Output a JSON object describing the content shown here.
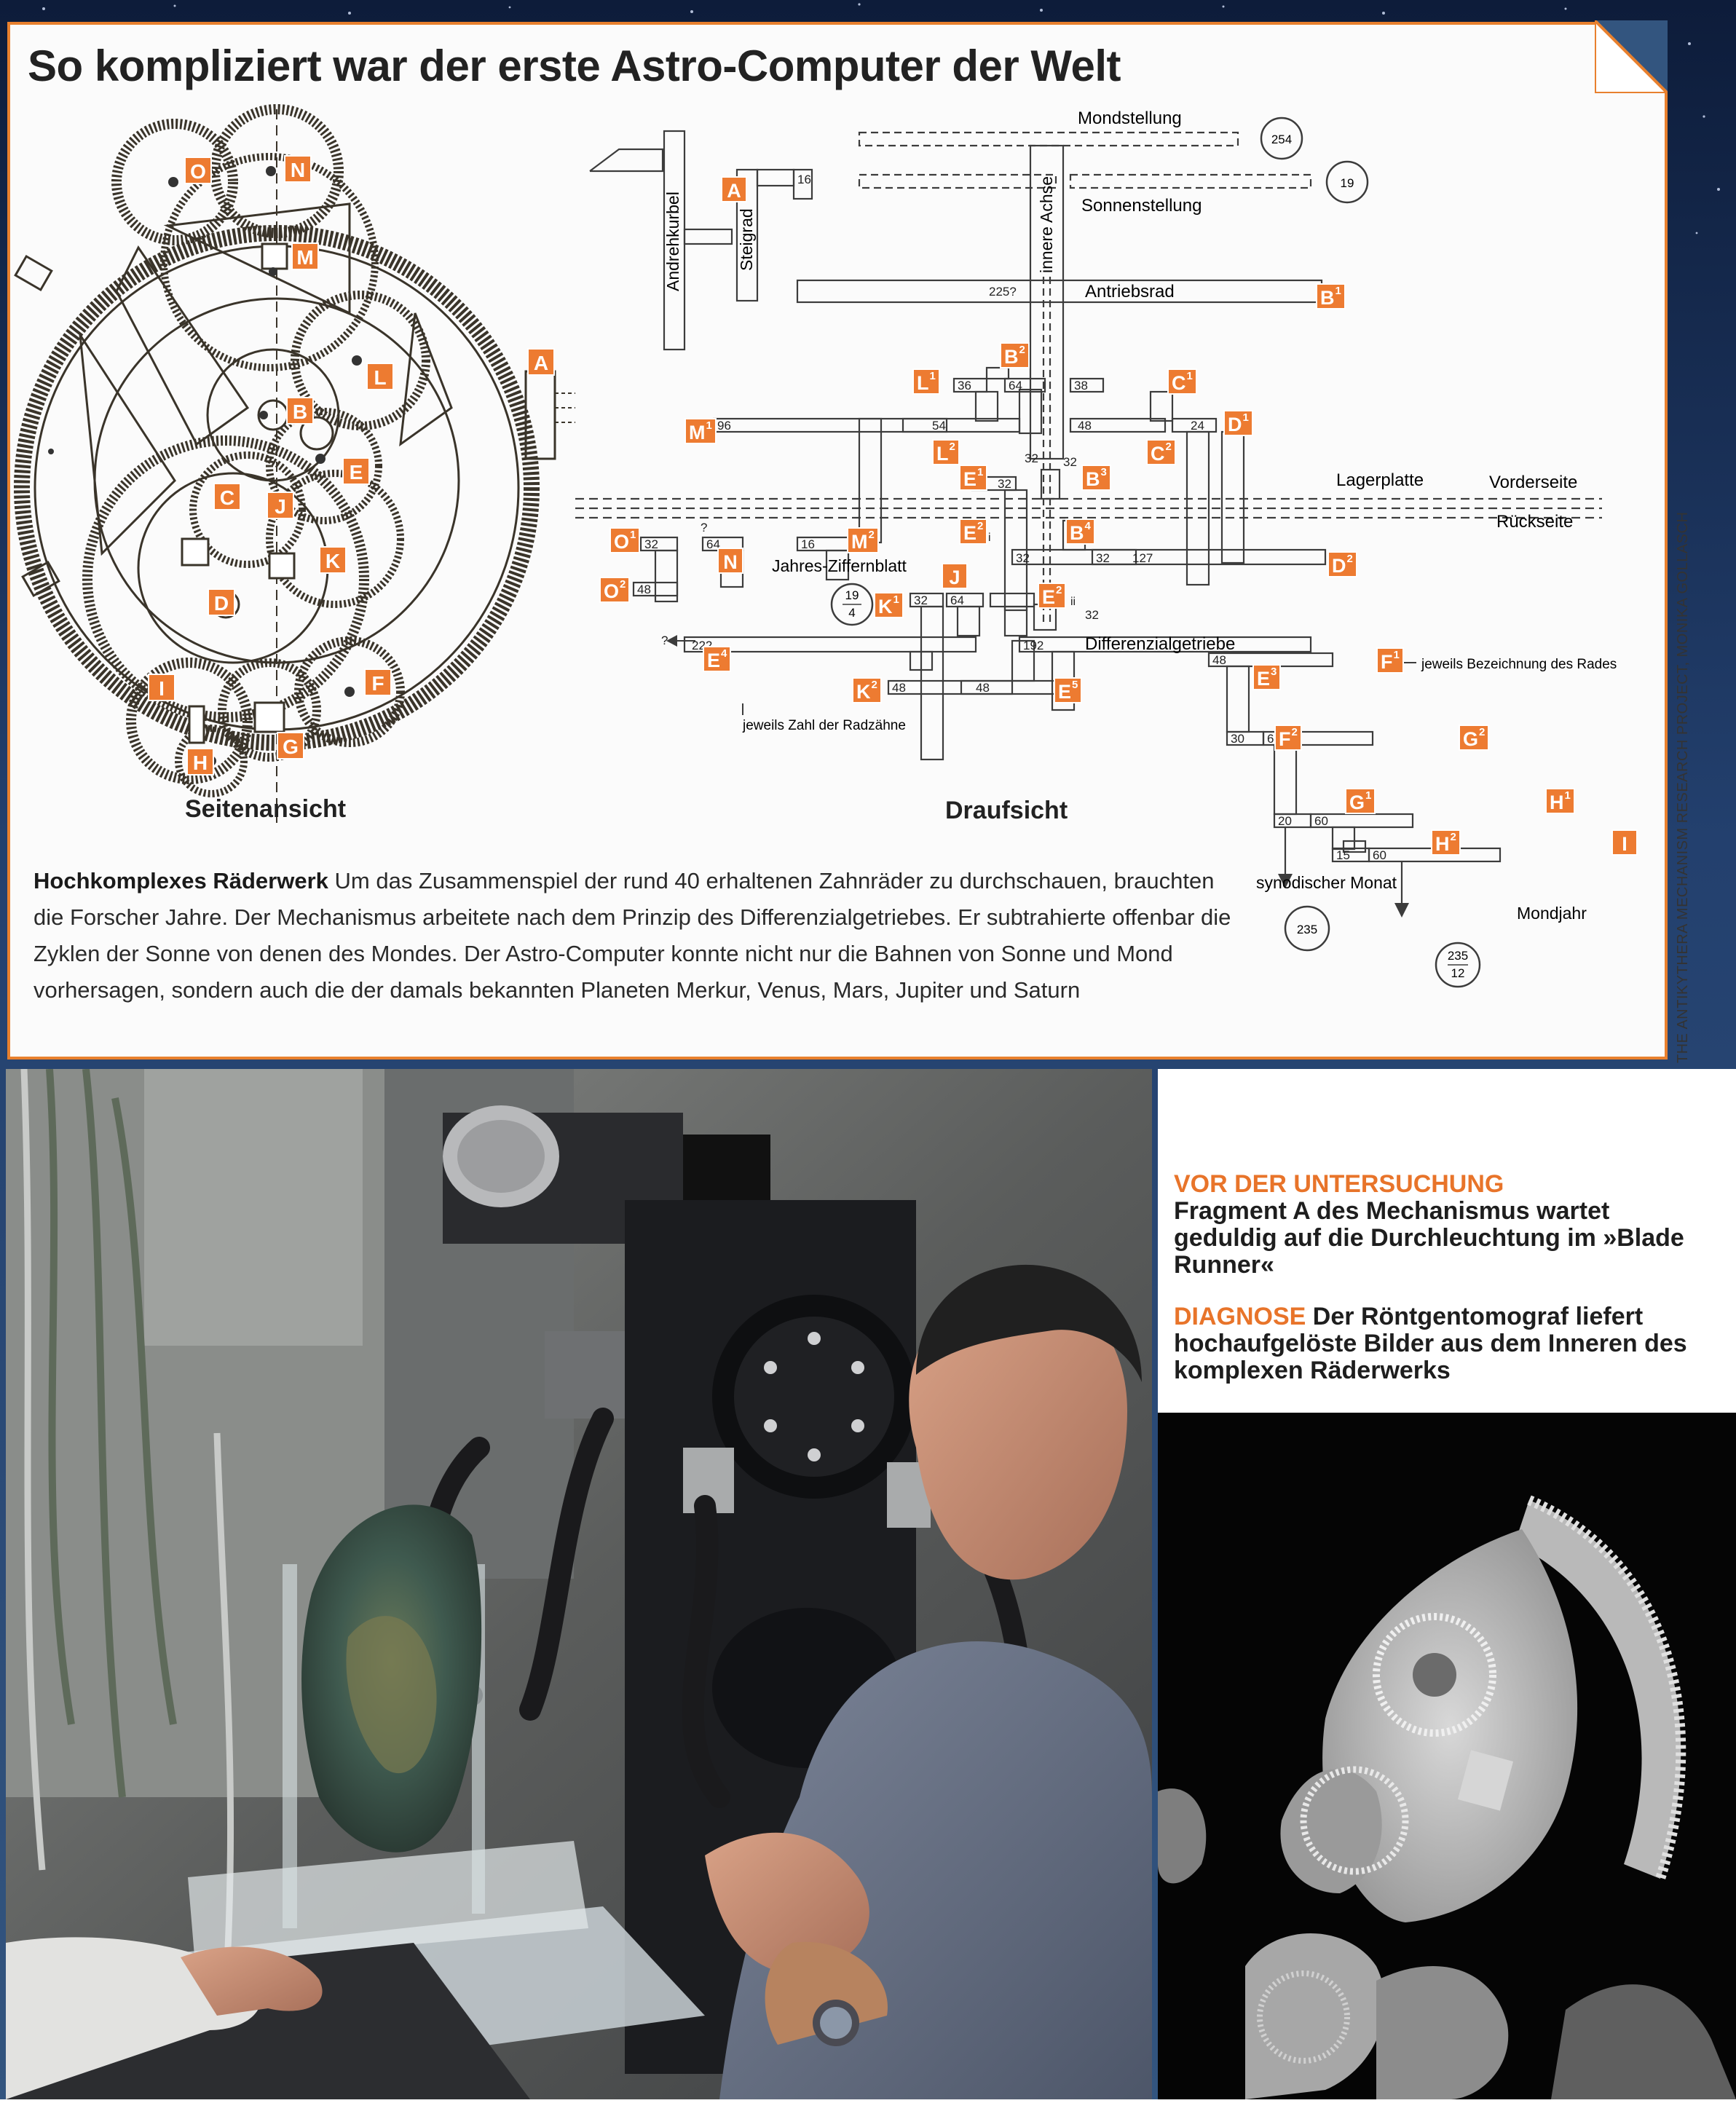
{
  "header": {
    "title": "So kompliziert war der erste Astro-Computer der Welt"
  },
  "colors": {
    "accent": "#e8802e",
    "label_bg": "#ed7b31",
    "caption_head": "#e8742a"
  },
  "side_view": {
    "label": "Seitenansicht",
    "gear_labels": [
      "O",
      "N",
      "M",
      "A",
      "L",
      "B",
      "E",
      "C",
      "J",
      "K",
      "D",
      "I",
      "F",
      "G",
      "H"
    ]
  },
  "top_view": {
    "label": "Draufsicht",
    "labels": {
      "mondstellung": "Mondstellung",
      "sonnenstellung": "Sonnenstellung",
      "andrehkurbel": "Andrehkurbel",
      "steigrad": "Steigrad",
      "innere_achse": "innere Achse",
      "antriebsrad": "Antriebsrad",
      "lagerplatte": "Lagerplatte",
      "vorderseite": "Vorderseite",
      "rueckseite": "Rückseite",
      "jahres_ziffernblatt": "Jahres-Ziffernblatt",
      "differenzialgetriebe": "Differenzialgetriebe",
      "bezeichnung": "jeweils Bezeichnung des Rades",
      "zahl_radzaehne": "jeweils Zahl der Radzähne",
      "synodischer_monat": "synodischer Monat",
      "mondjahr": "Mondjahr"
    },
    "dials": {
      "d254": "254",
      "d19": "19",
      "d19_num": "19",
      "d19_den": "4",
      "d235": "235",
      "d235_num": "235",
      "d235_den": "12"
    },
    "tooth_counts": {
      "t225": "225?",
      "t16": "16",
      "t36": "36",
      "t64a": "64",
      "t38": "38",
      "t96": "96",
      "t54": "54",
      "t48a": "48",
      "t24": "24",
      "t32a": "32",
      "t32b": "32",
      "t32c": "32",
      "t64b": "64",
      "t16b": "16",
      "tq": "?",
      "t48b": "48",
      "t32d": "32",
      "t32e": "32",
      "t127": "127",
      "t32f": "32",
      "t64c": "64",
      "t32g": "32",
      "t222": "222",
      "t192": "192",
      "t48c": "48",
      "tq2": "?",
      "t48d": "48",
      "t48e": "48",
      "t30": "30",
      "t60a": "60",
      "t20": "20",
      "t60b": "60",
      "t15": "15",
      "t60c": "60",
      "t32h": "32"
    },
    "gear_labels": {
      "A": "A",
      "B1": "B",
      "B1s": "1",
      "B2": "B",
      "B2s": "2",
      "L1": "L",
      "L1s": "1",
      "C1": "C",
      "C1s": "1",
      "M1": "M",
      "M1s": "1",
      "L2": "L",
      "L2s": "2",
      "C2": "C",
      "C2s": "2",
      "D1": "D",
      "D1s": "1",
      "E1": "E",
      "E1s": "1",
      "B3": "B",
      "B3s": "3",
      "O1": "O",
      "O1s": "1",
      "M2": "M",
      "M2s": "2",
      "E2": "E",
      "E2s": "2",
      "E2i": "i",
      "B4": "B",
      "B4s": "4",
      "N": "N",
      "O2": "O",
      "O2s": "2",
      "J": "J",
      "E2b": "E",
      "E2bs": "2",
      "E2bi": "ii",
      "D2": "D",
      "D2s": "2",
      "K1": "K",
      "K1s": "1",
      "E4": "E",
      "E4s": "4",
      "F1": "F",
      "F1s": "1",
      "E3": "E",
      "E3s": "3",
      "K2": "K",
      "K2s": "2",
      "E5": "E",
      "E5s": "5",
      "F2": "F",
      "F2s": "2",
      "G2": "G",
      "G2s": "2",
      "G1": "G",
      "G1s": "1",
      "H1": "H",
      "H1s": "1",
      "H2": "H",
      "H2s": "2",
      "I": "I"
    }
  },
  "caption": {
    "bold": "Hochkomplexes Räderwerk",
    "text": " Um das Zusammenspiel der rund 40 erhaltenen Zahnräder zu durchschauen, brauchten die Forscher Jahre.  Der Mechanismus arbeitete nach dem Prinzip des Differenzialgetriebes. Er subtrahierte offenbar die Zyklen der Sonne von denen des Mondes. Der Astro-Computer konnte nicht nur die Bahnen von Sonne und Mond vorhersagen, sondern auch die der damals bekannten Planeten Merkur, Venus, Mars, Jupiter und Saturn"
  },
  "credit": "THE ANTIKYTHERA MECHANISM RESEARCH PROJECT, MONIKA GOLLASCH",
  "photo_captions": {
    "first_head": "VOR DER UNTERSUCHUNG",
    "first_text": "Fragment A des Mechanismus wartet geduldig auf die Durchleuchtung im »Blade Runner«",
    "second_head": "DIAGNOSE",
    "second_text": " Der Röntgentomograf liefert hochaufgelöste Bilder aus dem Inneren des komplexen Räderwerks"
  }
}
